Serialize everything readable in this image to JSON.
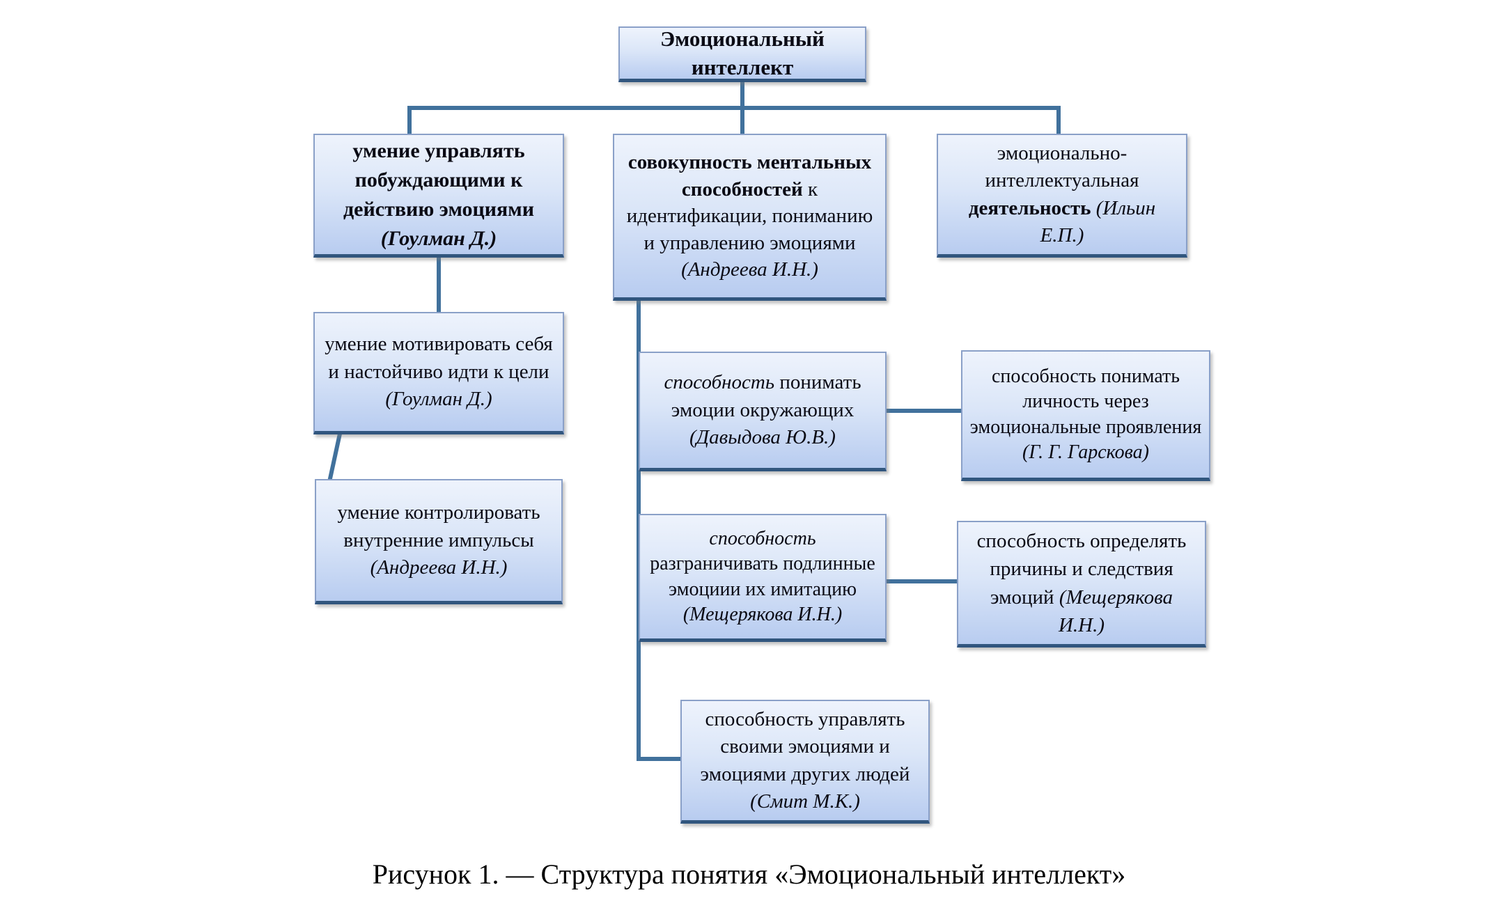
{
  "figure": {
    "caption": "Рисунок 1. — Структура понятия «Эмоциональный интеллект»"
  },
  "colors": {
    "box_fill_top": "#eef3fc",
    "box_fill_bottom": "#b8ccf0",
    "box_border": "#8aa0c8",
    "box_border_bottom": "#31567e",
    "connector": "#41719C",
    "text": "#0a0a14",
    "background": "#ffffff"
  },
  "nodes": {
    "root": {
      "title": "Эмоциональный интеллект"
    },
    "left1": {
      "main": "умение управлять побуждающими к действию эмоциями",
      "author": "(Гоулман Д.)"
    },
    "left2": {
      "main": "умение мотивировать себя и настойчиво идти к цели",
      "author": "(Гоулман Д.)"
    },
    "left3": {
      "main": "умение контролировать внутренние импульсы",
      "author": "(Андреева И.Н.)"
    },
    "mid1": {
      "bold": "совокупность ментальных способностей",
      "main": "к идентификации, пониманию и управлению эмоциями",
      "author": "(Андреева И.Н.)"
    },
    "mid2": {
      "lead_italic": "способность",
      "main": "понимать эмоции окружающих",
      "author": "(Давыдова Ю.В.)"
    },
    "mid3": {
      "lead_italic": "способность",
      "main": "разграничивать подлинные эмоциии их имитацию",
      "author": "(Мещерякова И.Н.)"
    },
    "right1": {
      "main": "эмоционально-интеллектуальная",
      "bold": "деятельность",
      "author": "(Ильин Е.П.)"
    },
    "right2": {
      "main": "способность понимать личность через эмоциональные проявления",
      "author": "(Г. Г. Гарскова)"
    },
    "right3": {
      "main": "способность определять причины и следствия эмоций",
      "author": "(Мещерякова И.Н.)"
    },
    "bottom": {
      "main": "способность управлять своими эмоциями и эмоциями других людей",
      "author": "(Смит М.К.)"
    }
  },
  "edges": [
    {
      "from": "root",
      "to": "left1"
    },
    {
      "from": "root",
      "to": "mid1"
    },
    {
      "from": "root",
      "to": "right1"
    },
    {
      "from": "left1",
      "to": "left2"
    },
    {
      "from": "left2",
      "to": "left3"
    },
    {
      "from": "mid1",
      "to": "mid2"
    },
    {
      "from": "mid1",
      "to": "mid3"
    },
    {
      "from": "mid1",
      "to": "bottom"
    },
    {
      "from": "mid2",
      "to": "right2"
    },
    {
      "from": "mid3",
      "to": "right3"
    }
  ]
}
